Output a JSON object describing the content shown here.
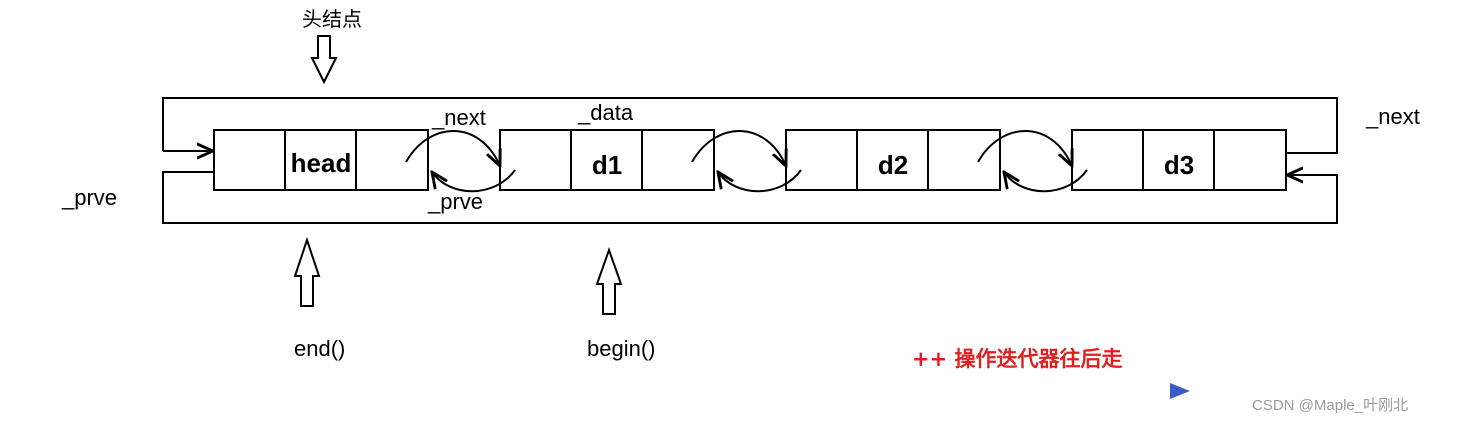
{
  "head_node_label": "头结点",
  "field_labels": {
    "next_top": "_next",
    "data": "_data",
    "prev_mid": "_prve",
    "prev_left": "_prve",
    "next_right": "_next"
  },
  "nodes": [
    {
      "id": "head",
      "label": "head"
    },
    {
      "id": "d1",
      "label": "d1"
    },
    {
      "id": "d2",
      "label": "d2"
    },
    {
      "id": "d3",
      "label": "d3"
    }
  ],
  "iterators": {
    "end": "end()",
    "begin": "begin()"
  },
  "direction_note": "++ 操作迭代器往后走",
  "colors": {
    "stroke": "#000000",
    "note": "#e02020",
    "arrow_blue": "#3a5bc7",
    "watermark": "#9a9a9a"
  },
  "watermark": "CSDN @Maple_叶刚北"
}
